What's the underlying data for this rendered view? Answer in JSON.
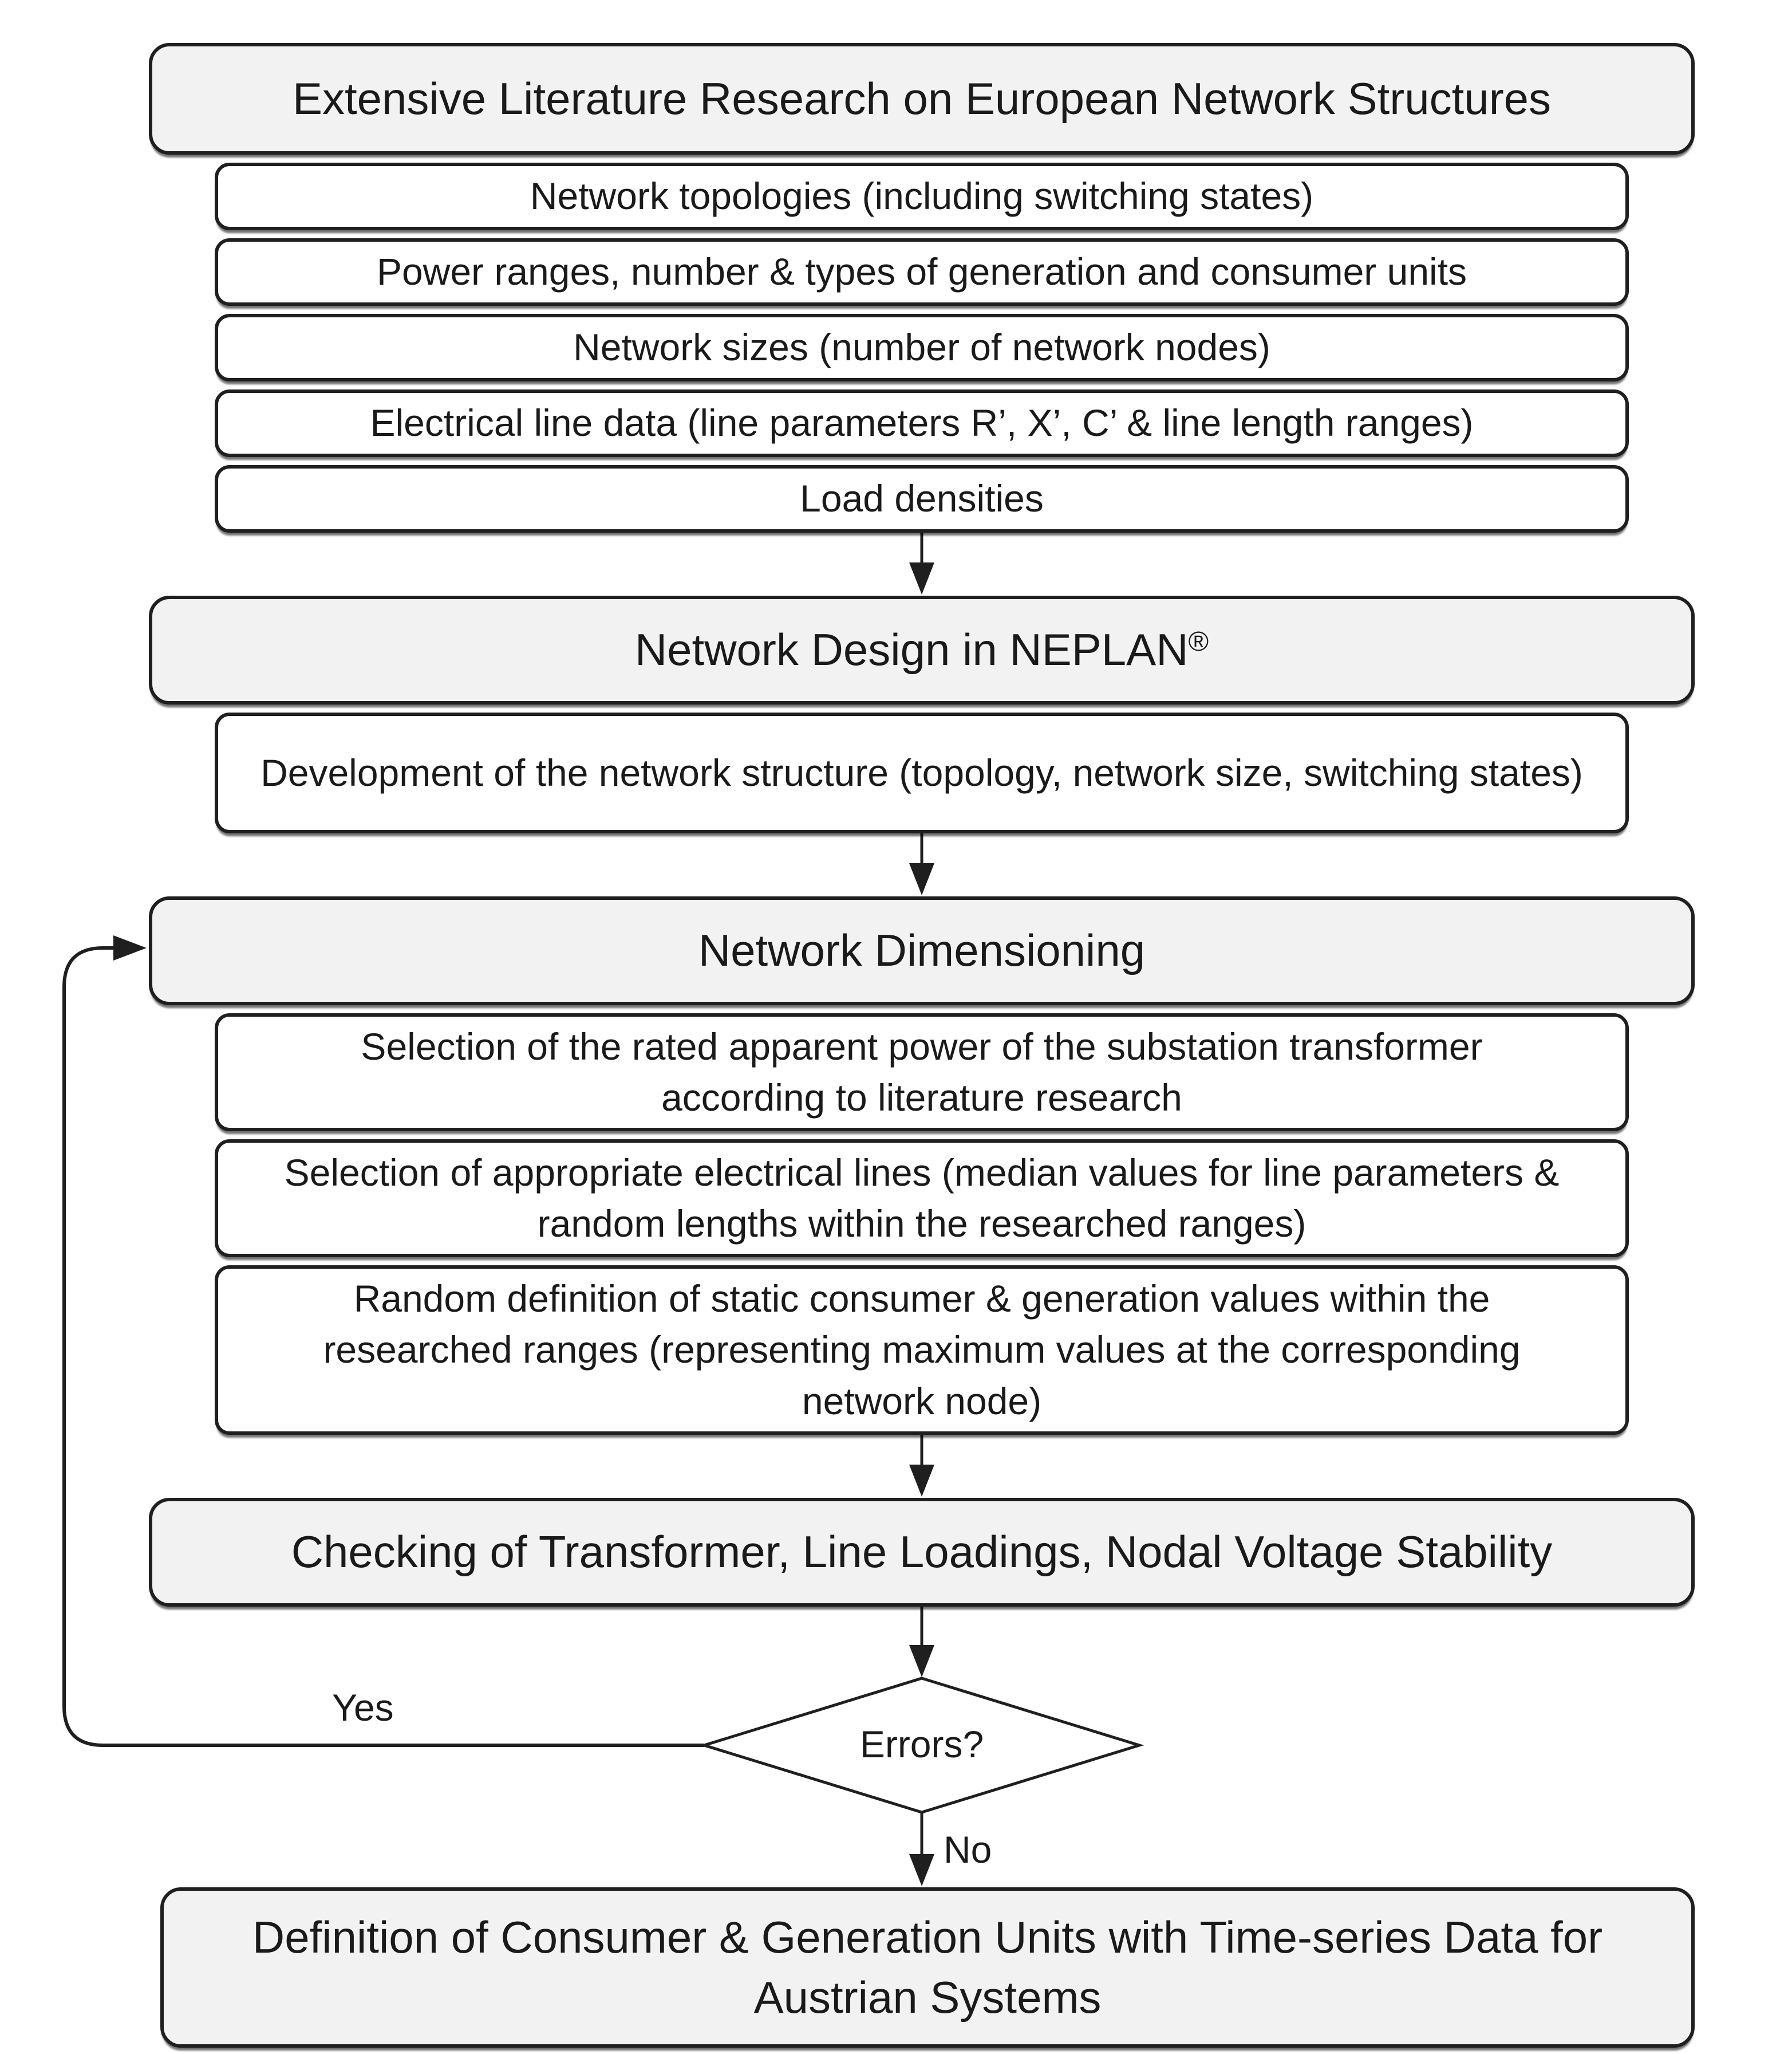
{
  "flowchart": {
    "literature_header": "Extensive Literature Research on European Network Structures",
    "literature_items": [
      "Network topologies (including switching states)",
      "Power ranges, number & types of generation and consumer units",
      "Network sizes (number of network nodes)",
      "Electrical line data (line parameters R’, X’, C’ & line length ranges)",
      "Load densities"
    ],
    "neplan_header": "Network Design in NEPLAN",
    "neplan_reg": "®",
    "neplan_item": "Development of the network structure (topology, network size, switching states)",
    "dimensioning_header": "Network Dimensioning",
    "dimensioning_items": [
      "Selection of the rated apparent power of the substation transformer according to literature research",
      "Selection of appropriate electrical lines (median values for line parameters & random lengths within the researched ranges)",
      "Random definition of static consumer & generation values within the researched ranges (representing maximum values at the corresponding network node)"
    ],
    "checking_box": "Checking of Transformer, Line Loadings, Nodal Voltage Stability",
    "decision": "Errors?",
    "edge_labels": {
      "yes": "Yes",
      "no": "No"
    },
    "final_box": "Definition of Consumer & Generation Units with Time-series Data for Austrian Systems",
    "colors": {
      "header_fill": "#f2f2f2",
      "item_fill": "#ffffff",
      "stroke": "#1f1f1f",
      "text": "#1a1a1a"
    }
  }
}
